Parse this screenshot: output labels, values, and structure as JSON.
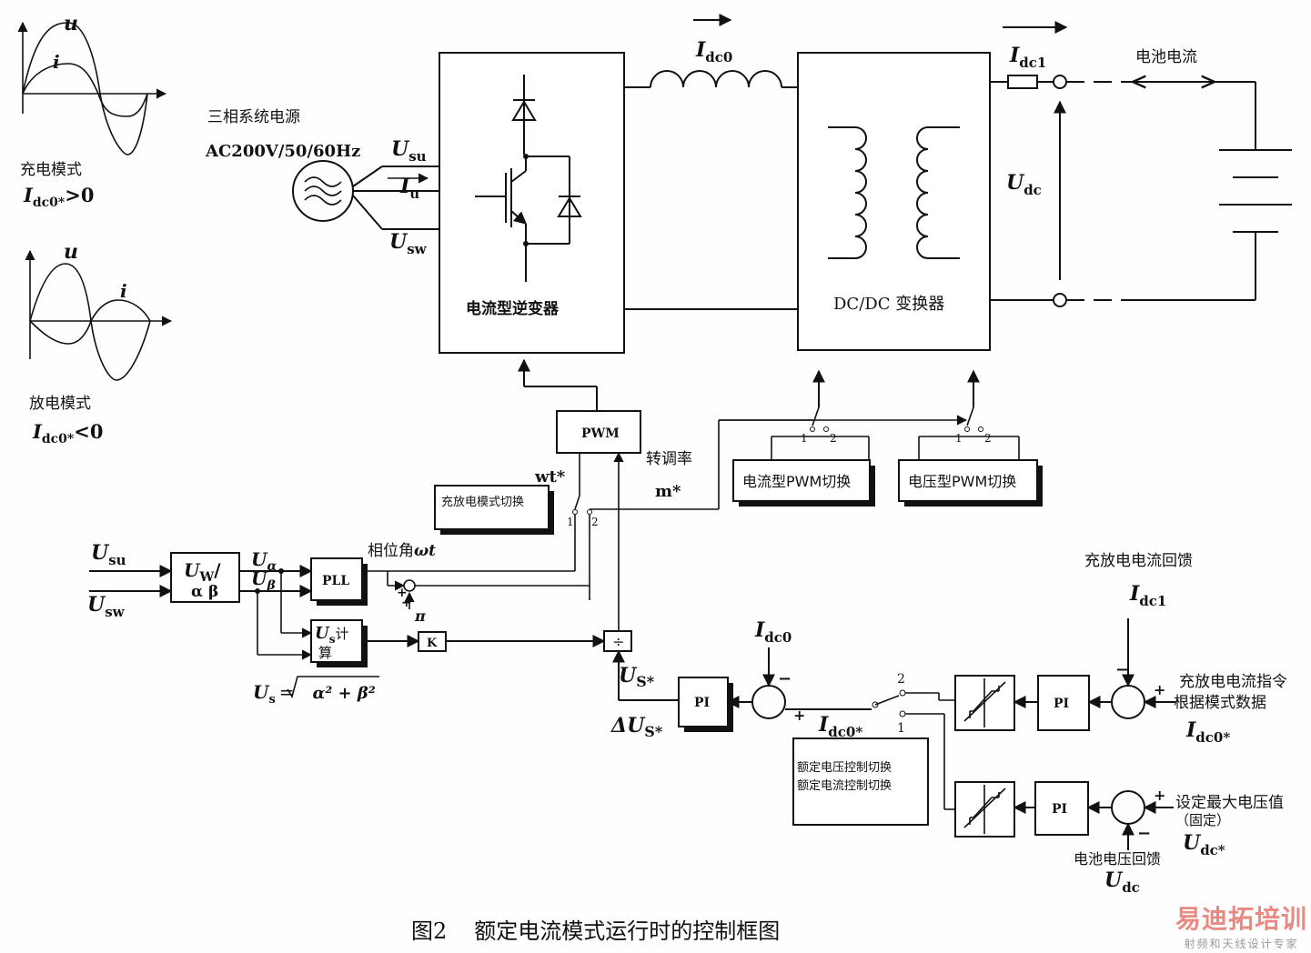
{
  "waveforms": {
    "charge": {
      "u": "u",
      "i": "i",
      "mode": "充电模式",
      "cond": "I",
      "cond_sub": "dc0*",
      "cond_rel": ">0"
    },
    "discharge": {
      "u": "u",
      "i": "i",
      "mode": "放电模式",
      "cond": "I",
      "cond_sub": "dc0*",
      "cond_rel": "<0"
    }
  },
  "source": {
    "title": "三相系统电源",
    "rating": "AC200V/50/60Hz",
    "usu": "U",
    "usu_sub": "su",
    "iu": "I",
    "iu_sub": "u",
    "usw": "U",
    "usw_sub": "sw"
  },
  "inverter": {
    "label": "电流型逆变器"
  },
  "dcdc": {
    "label": "DC/DC 变换器"
  },
  "power": {
    "idc0": "I",
    "idc0_sub": "dc0",
    "idc1": "I",
    "idc1_sub": "dc1",
    "battery_current": "电池电流",
    "udc": "U",
    "udc_sub": "dc"
  },
  "pwm": {
    "label": "PWM",
    "mod_label": "转调率",
    "wt": "wt*",
    "m": "m*"
  },
  "mode_switch": {
    "label": "充放电模式切换"
  },
  "sw_labels": {
    "one": "1",
    "two": "2"
  },
  "current_pwm_switch": {
    "label": "电流型PWM切换"
  },
  "voltage_pwm_switch": {
    "label": "电压型PWM切换"
  },
  "input": {
    "usu": "U",
    "usu_sub": "su",
    "usw": "U",
    "usw_sub": "sw"
  },
  "transform": {
    "top": "U",
    "top_sub": "W",
    "top_tail": "/",
    "bottom": "α β"
  },
  "alpha": {
    "u": "U",
    "sub": "α"
  },
  "beta": {
    "u": "U",
    "sub": "β"
  },
  "pll": {
    "label": "PLL",
    "phase": "相位角",
    "phase_sym": "ωt",
    "plus1": "+",
    "plus2": "+",
    "pi": "π"
  },
  "us_calc": {
    "label_u": "U",
    "label_sub": "s",
    "label_tail": "计",
    "label2": "算"
  },
  "us_formula": {
    "lhs": "U",
    "lhs_sub": "s",
    "eq": "=",
    "rad": "α² + β²"
  },
  "k_block": {
    "label": "K"
  },
  "divider": {
    "label": "÷"
  },
  "us_star": {
    "u": "U",
    "sub": "S*"
  },
  "delta_us": {
    "label": "ΔU",
    "sub": "S*"
  },
  "pi_blocks": {
    "label": "PI"
  },
  "sum_idc0": {
    "label": "I",
    "sub": "dc0",
    "minus": "−",
    "plus": "+"
  },
  "idc0_ref": {
    "label": "I",
    "sub": "dc0*"
  },
  "sel_switch": {
    "one": "1",
    "two": "2"
  },
  "ctrl_switch": {
    "line1": "额定电压控制切换",
    "line2": "额定电流控制切换"
  },
  "current_loop": {
    "feedback": "充放电电流回馈",
    "fb_sym": "I",
    "fb_sub": "dc1",
    "cmd1": "充放电电流指令",
    "cmd2": "根据模式数据",
    "cmd_sym": "I",
    "cmd_sub": "dc0*",
    "minus": "−",
    "plus": "+"
  },
  "voltage_loop": {
    "max1": "设定最大电压值",
    "max2": "（固定）",
    "max_sym": "U",
    "max_sub": "dc*",
    "fb": "电池电压回馈",
    "fb_sym": "U",
    "fb_sub": "dc",
    "minus": "−",
    "plus": "+"
  },
  "caption": {
    "num": "图2",
    "text": "额定电流模式运行时的控制框图"
  },
  "watermark": {
    "top": "易迪拓培训",
    "bottom": "射频和天线设计专家"
  },
  "colors": {
    "ink": "#111111",
    "watermark": "#e98a82",
    "watermark_sub": "#9a9a9a"
  }
}
